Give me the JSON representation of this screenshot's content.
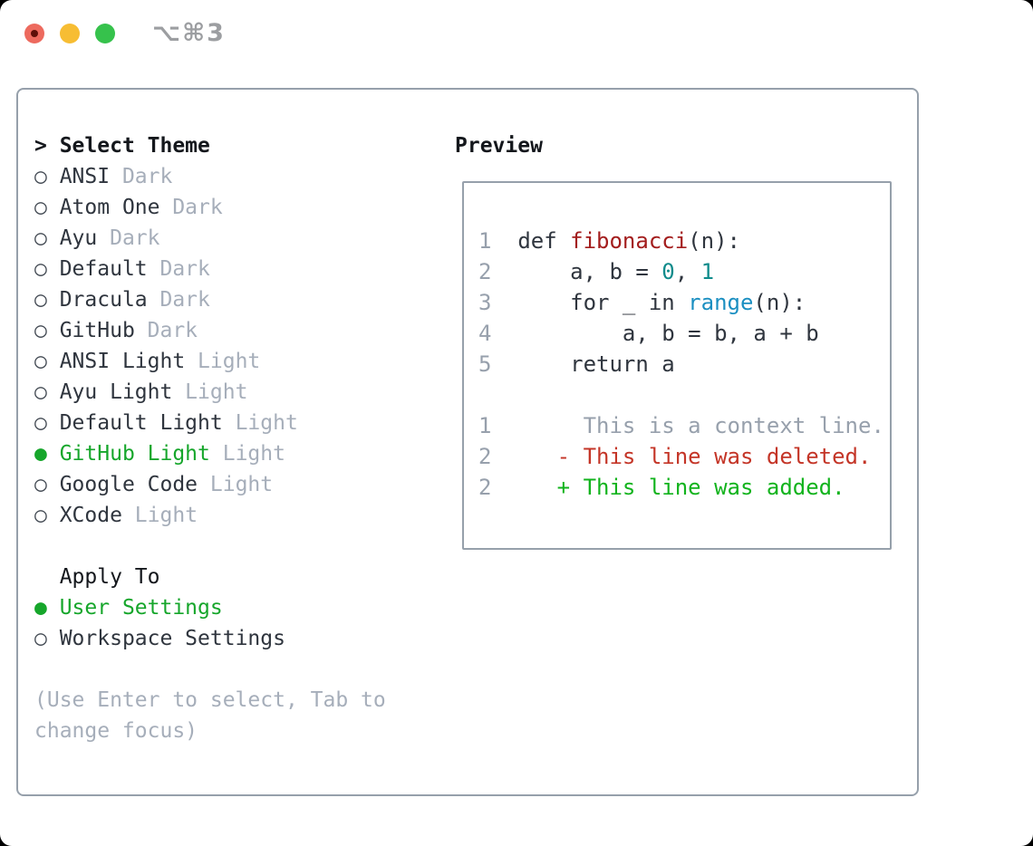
{
  "colors": {
    "ink": "#2f353e",
    "heading": "#14171c",
    "muted": "#a6aeba",
    "gray": "#97a0ac",
    "green": "#16a62b",
    "greenAdd": "#12b31d",
    "redDel": "#c43527",
    "fnRed": "#a31d1d",
    "numTeal": "#0f8b8b",
    "builtinBlue": "#1b8fc1",
    "border": "#96a0ab",
    "titleGray": "#9c9ea1",
    "trafficRed": "#ed6a5e",
    "trafficRedDot": "#5e0f08",
    "trafficYellow": "#f7bd33",
    "trafficGreen": "#36c24c"
  },
  "window": {
    "title": "⌥⌘3"
  },
  "picker": {
    "prompt": ">",
    "heading": "Select Theme",
    "bullet_selected": "●",
    "bullet_unselected": "○",
    "themes": [
      {
        "name": "ANSI",
        "tag": "Dark",
        "selected": false
      },
      {
        "name": "Atom One",
        "tag": "Dark",
        "selected": false
      },
      {
        "name": "Ayu",
        "tag": "Dark",
        "selected": false
      },
      {
        "name": "Default",
        "tag": "Dark",
        "selected": false
      },
      {
        "name": "Dracula",
        "tag": "Dark",
        "selected": false
      },
      {
        "name": "GitHub",
        "tag": "Dark",
        "selected": false
      },
      {
        "name": "ANSI Light",
        "tag": "Light",
        "selected": false
      },
      {
        "name": "Ayu Light",
        "tag": "Light",
        "selected": false
      },
      {
        "name": "Default Light",
        "tag": "Light",
        "selected": false
      },
      {
        "name": "GitHub Light",
        "tag": "Light",
        "selected": true
      },
      {
        "name": "Google Code",
        "tag": "Light",
        "selected": false
      },
      {
        "name": "XCode",
        "tag": "Light",
        "selected": false
      }
    ],
    "apply_heading": "Apply To",
    "apply_options": [
      {
        "label": "User Settings",
        "selected": true
      },
      {
        "label": "Workspace Settings",
        "selected": false
      }
    ],
    "hint": "(Use Enter to select, Tab to change focus)"
  },
  "preview": {
    "heading": "Preview",
    "lines": [
      {
        "num": "1",
        "segs": [
          {
            "t": "def ",
            "c": "ink"
          },
          {
            "t": "fibonacci",
            "c": "fnRed"
          },
          {
            "t": "(n):",
            "c": "ink"
          }
        ]
      },
      {
        "num": "2",
        "segs": [
          {
            "t": "    a, b = ",
            "c": "ink"
          },
          {
            "t": "0",
            "c": "numTeal"
          },
          {
            "t": ", ",
            "c": "ink"
          },
          {
            "t": "1",
            "c": "numTeal"
          }
        ]
      },
      {
        "num": "3",
        "segs": [
          {
            "t": "    for _ in ",
            "c": "ink"
          },
          {
            "t": "range",
            "c": "builtinBlue"
          },
          {
            "t": "(n):",
            "c": "ink"
          }
        ]
      },
      {
        "num": "4",
        "segs": [
          {
            "t": "        a, b = b, a + b",
            "c": "ink"
          }
        ]
      },
      {
        "num": "5",
        "segs": [
          {
            "t": "    return a",
            "c": "ink"
          }
        ]
      },
      {
        "num": "",
        "segs": []
      },
      {
        "num": "1",
        "segs": [
          {
            "t": "     This is a context line.",
            "c": "gray"
          }
        ]
      },
      {
        "num": "2",
        "segs": [
          {
            "t": "   - This line was deleted.",
            "c": "redDel"
          }
        ]
      },
      {
        "num": "2",
        "segs": [
          {
            "t": "   + This line was added.",
            "c": "greenAdd"
          }
        ]
      }
    ]
  }
}
